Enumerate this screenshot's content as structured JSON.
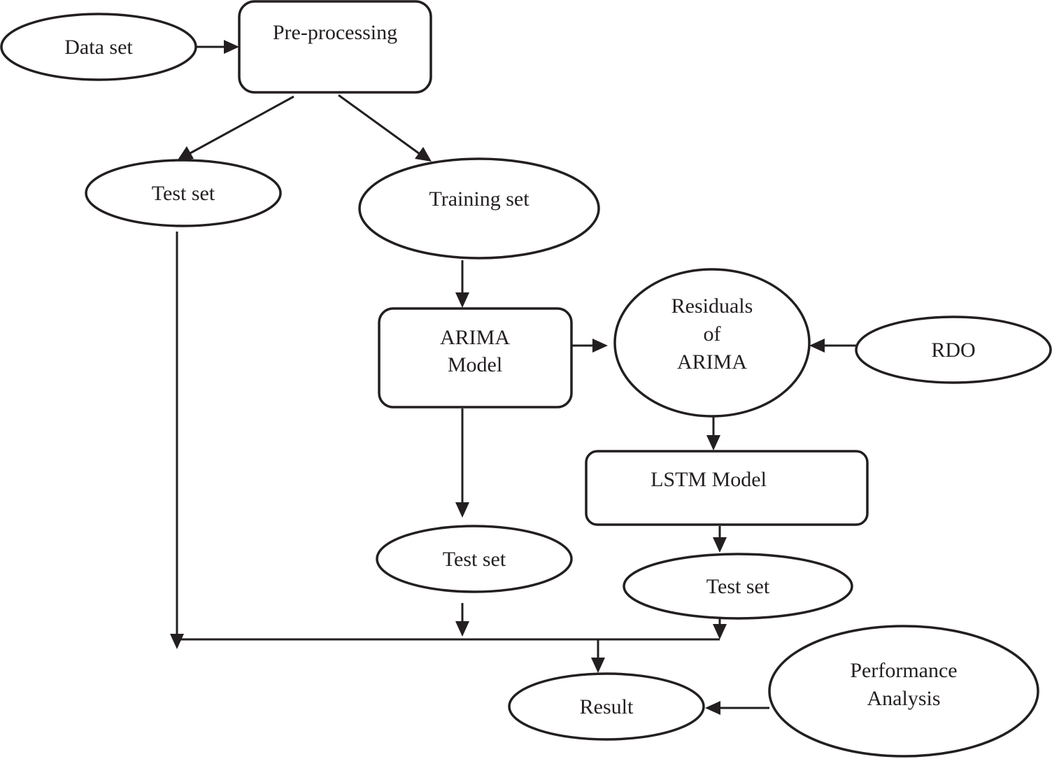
{
  "nodes": {
    "data_set": "Data set",
    "pre_processing": "Pre-processing",
    "test_set_1": "Test set",
    "training_set": "Training set",
    "arima_model": [
      "ARIMA",
      "Model"
    ],
    "residuals": [
      "Residuals",
      "of",
      "ARIMA"
    ],
    "rdo": "RDO",
    "lstm_model": "LSTM Model",
    "test_set_2": "Test set",
    "test_set_3": "Test set",
    "result": "Result",
    "performance_analysis": [
      "Performance",
      "Analysis"
    ]
  },
  "edges": [
    {
      "from": "data_set",
      "to": "pre_processing"
    },
    {
      "from": "pre_processing",
      "to": "test_set_1"
    },
    {
      "from": "pre_processing",
      "to": "training_set"
    },
    {
      "from": "training_set",
      "to": "arima_model"
    },
    {
      "from": "arima_model",
      "to": "residuals"
    },
    {
      "from": "rdo",
      "to": "residuals"
    },
    {
      "from": "residuals",
      "to": "lstm_model"
    },
    {
      "from": "arima_model",
      "to": "test_set_2"
    },
    {
      "from": "lstm_model",
      "to": "test_set_3"
    },
    {
      "from": "test_set_1",
      "to": "result"
    },
    {
      "from": "test_set_2",
      "to": "result"
    },
    {
      "from": "test_set_3",
      "to": "result"
    },
    {
      "from": "performance_analysis",
      "to": "result"
    }
  ],
  "colors": {
    "stroke": "#231f20",
    "fill": "#ffffff"
  }
}
